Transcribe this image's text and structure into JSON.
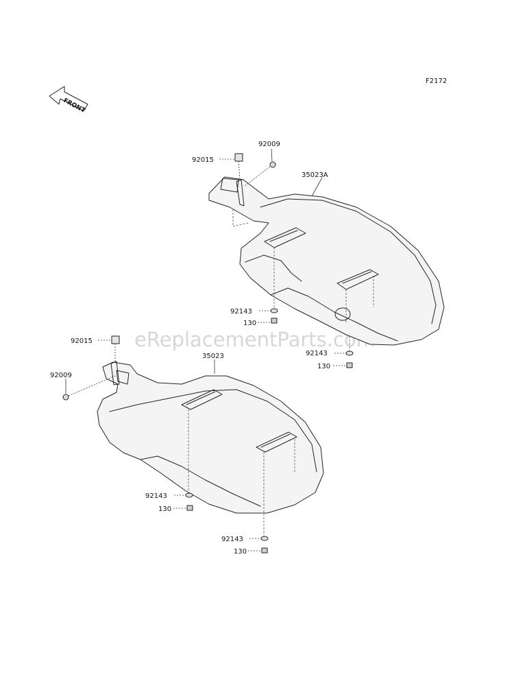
{
  "figure_code": "F2172",
  "front_label": "FRONT",
  "watermark": "eReplacementParts.com",
  "parts": {
    "fender_right_label": "35023A",
    "fender_left_label": "35023",
    "clip_label": "92015",
    "bolt_label": "92009",
    "nut_label": "92143",
    "screw_label": "130"
  },
  "colors": {
    "line": "#222222",
    "part_fill": "#f4f4f4",
    "watermark": "#d7d7d7"
  }
}
